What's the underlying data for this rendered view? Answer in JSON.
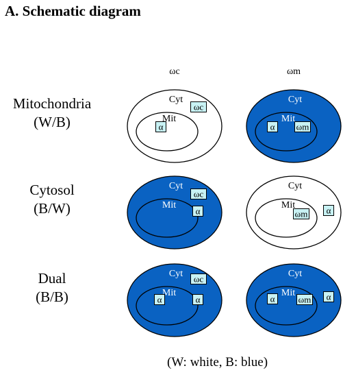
{
  "title": "A. Schematic diagram",
  "columns": [
    "ωc",
    "ωm"
  ],
  "rows": [
    {
      "name": "Mitochondria",
      "code": "(W/B)"
    },
    {
      "name": "Cytosol",
      "code": "(B/W)"
    },
    {
      "name": "Dual",
      "code": "(B/B)"
    }
  ],
  "compartment_labels": {
    "outer": "Cyt",
    "inner": "Mit"
  },
  "footnote": "(W: white, B: blue)",
  "colors": {
    "blue": "#0a62c2",
    "white": "#ffffff",
    "tag_fill": "#c8f2f4",
    "outline": "#000000"
  },
  "cells": [
    {
      "row": 0,
      "col": 0,
      "outer": "white",
      "inner": "white",
      "tags": [
        {
          "text": "ωc",
          "loc": "outer"
        },
        {
          "text": "α",
          "loc": "inner"
        }
      ]
    },
    {
      "row": 0,
      "col": 1,
      "outer": "blue",
      "inner": "blue",
      "tags": [
        {
          "text": "α",
          "loc": "inner"
        },
        {
          "text": "ωm",
          "loc": "inner"
        }
      ]
    },
    {
      "row": 1,
      "col": 0,
      "outer": "blue",
      "inner": "blue",
      "tags": [
        {
          "text": "ωc",
          "loc": "outer"
        },
        {
          "text": "α",
          "loc": "outer"
        }
      ]
    },
    {
      "row": 1,
      "col": 1,
      "outer": "white",
      "inner": "white",
      "tags": [
        {
          "text": "ωm",
          "loc": "inner"
        },
        {
          "text": "α",
          "loc": "outer"
        }
      ]
    },
    {
      "row": 2,
      "col": 0,
      "outer": "blue",
      "inner": "blue",
      "tags": [
        {
          "text": "ωc",
          "loc": "outer"
        },
        {
          "text": "α",
          "loc": "inner"
        },
        {
          "text": "α",
          "loc": "outer"
        }
      ]
    },
    {
      "row": 2,
      "col": 1,
      "outer": "blue",
      "inner": "blue",
      "tags": [
        {
          "text": "α",
          "loc": "inner"
        },
        {
          "text": "ωm",
          "loc": "inner"
        },
        {
          "text": "α",
          "loc": "outer"
        }
      ]
    }
  ]
}
